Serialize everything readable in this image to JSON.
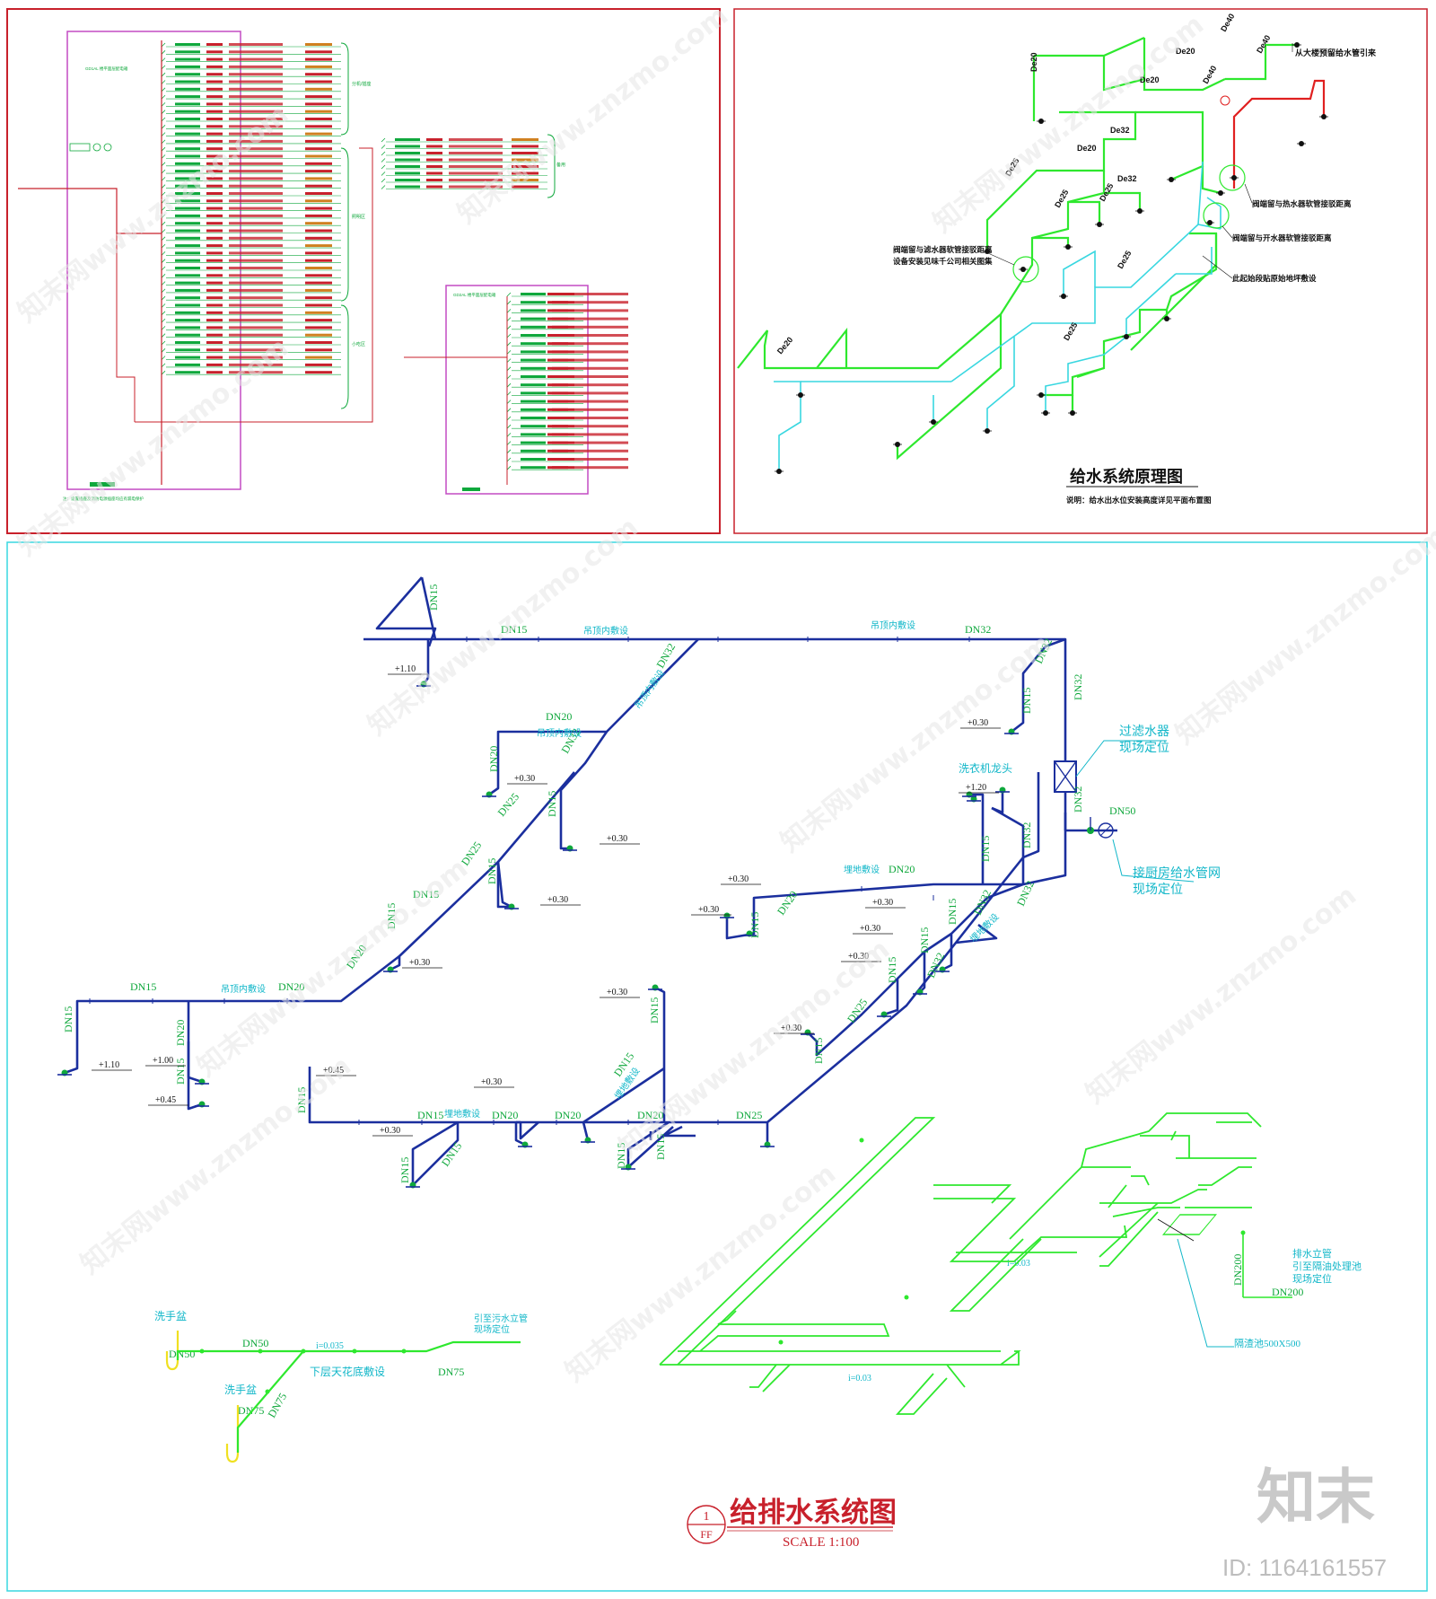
{
  "electrical_panel": {
    "panel1_header": "GD1AL 楼平面层配电箱",
    "panel2_header": "GD2AL 楼平面层配电箱",
    "sections": [
      "分机/插座",
      "备用",
      "照明区",
      "小吃区"
    ],
    "note": "注：设置插座及消防电源插座均应有漏电保护"
  },
  "water_supply": {
    "title": "给水系统原理图",
    "note": "说明：给水出水位安装高度详见平面布置图",
    "main_inlet": "从大楼预留给水管引来",
    "callouts": [
      "阀端留与热水器软管接驳距离",
      "阀端留与开水器软管接驳距离",
      "此起始段贴原始地坪敷设",
      "阀端留与滤水器软管接驳距离",
      "设备安装见味千公司相关图集"
    ],
    "pipe_labels": [
      "De40",
      "De40",
      "De40",
      "De32",
      "De32",
      "De25",
      "De25",
      "De25",
      "De25",
      "De25",
      "De20",
      "De20",
      "De20",
      "De20",
      "De20"
    ]
  },
  "system_diagram": {
    "title": "给排水系统图",
    "scale": "SCALE 1:100",
    "sheet_no": "1",
    "sheet_ref": "FF",
    "annotations": {
      "filter": [
        "过滤水器",
        "现场定位"
      ],
      "kitchen": [
        "接厨房给水管网",
        "现场定位"
      ],
      "washer": "洗衣机龙头",
      "drain_riser": [
        "排水立管",
        "引至隔油处理池",
        "现场定位"
      ],
      "grease_trap": "隔渣池500X500",
      "to_riser": [
        "引至污水立管",
        "现场定位"
      ],
      "basin1": "洗手盆",
      "basin2": "洗手盆",
      "ceiling1": "吊顶内敷设",
      "ceiling2": "吊顶内敷设",
      "ceiling3": "吊顶内敷设",
      "ceiling4": "吊顶内敷设",
      "ceiling5": "吊顶内敷设",
      "buried1": "埋地敷设",
      "buried2": "埋地敷设",
      "buried3": "埋地敷设",
      "buried4": "埋地敷设",
      "under_slab": "下层天花底敷设",
      "slope1": "i=0.035",
      "slope2": "i=0.03",
      "slope3": "i=0.03"
    },
    "elevations": [
      "+1.10",
      "+0.30",
      "+0.30",
      "+0.30",
      "+0.30",
      "+0.30",
      "+1.20",
      "+0.30",
      "+0.30",
      "+0.30",
      "+0.30",
      "+0.30",
      "+0.30",
      "+1.10",
      "+1.00",
      "+0.45",
      "+0.45",
      "+0.30",
      "+0.30",
      "+0.30"
    ],
    "pipes": {
      "dn15": "DN15",
      "dn20": "DN20",
      "dn25": "DN25",
      "dn32": "DN32",
      "dn50": "DN50",
      "dn75": "DN75",
      "dn200": "DN200"
    }
  },
  "watermark": {
    "brand": "知末",
    "id": "ID: 1164161557",
    "site": "知末网www.znzmo.com"
  },
  "colors": {
    "frame_red": "#c8202b",
    "frame_cyan": "#39d7e0",
    "pipe_blue": "#1b2f9e",
    "label_green": "#0fa83c",
    "cyan_text": "#12b7c9",
    "green_line": "#2ee82e",
    "magenta": "#c34bc3"
  }
}
